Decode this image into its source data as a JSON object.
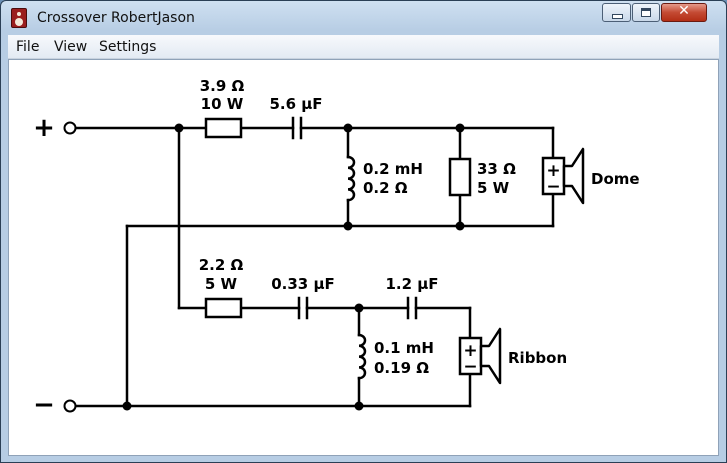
{
  "window": {
    "title": "Crossover RobertJason",
    "controls": {
      "minimize_icon": "minimize-icon",
      "maximize_icon": "maximize-icon",
      "close_glyph": "✕"
    }
  },
  "menu": {
    "file": "File",
    "view": "View",
    "settings": "Settings"
  },
  "circuit": {
    "terminals": {
      "positive": "+",
      "negative": "−"
    },
    "dome_branch": {
      "series_resistor": {
        "resistance": "3.9 Ω",
        "power": "10 W"
      },
      "series_capacitor": {
        "value": "5.6 µF"
      },
      "shunt_inductor": {
        "inductance": "0.2 mH",
        "resistance": "0.2 Ω"
      },
      "shunt_resistor": {
        "resistance": "33 Ω",
        "power": "5 W"
      },
      "speaker": {
        "label": "Dome",
        "plus": "+",
        "minus": "−"
      }
    },
    "ribbon_branch": {
      "series_resistor": {
        "resistance": "2.2 Ω",
        "power": "5 W"
      },
      "series_capacitor_1": {
        "value": "0.33 µF"
      },
      "series_capacitor_2": {
        "value": "1.2 µF"
      },
      "shunt_inductor": {
        "inductance": "0.1 mH",
        "resistance": "0.19 Ω"
      },
      "speaker": {
        "label": "Ribbon",
        "plus": "+",
        "minus": "−"
      }
    }
  }
}
